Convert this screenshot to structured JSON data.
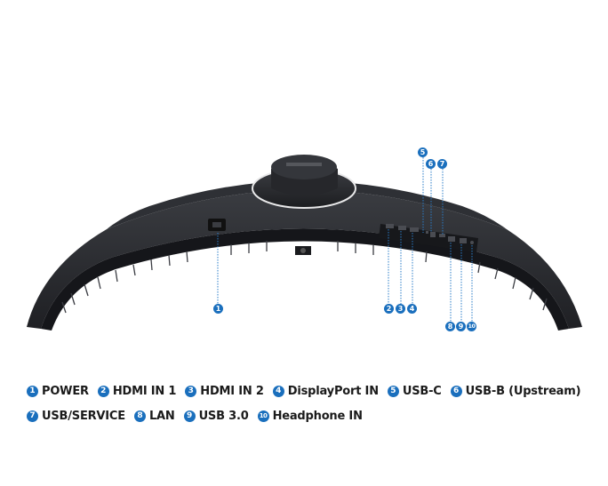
{
  "diagram": {
    "subject": "Curved monitor rear view with labeled ports",
    "callouts": [
      {
        "num": "1",
        "label": "POWER"
      },
      {
        "num": "2",
        "label": "HDMI IN 1"
      },
      {
        "num": "3",
        "label": "HDMI IN 2"
      },
      {
        "num": "4",
        "label": "DisplayPort IN"
      },
      {
        "num": "5",
        "label": "USB-C"
      },
      {
        "num": "6",
        "label": "USB-B (Upstream)"
      },
      {
        "num": "7",
        "label": "USB/SERVICE"
      },
      {
        "num": "8",
        "label": "LAN"
      },
      {
        "num": "9",
        "label": "USB 3.0"
      },
      {
        "num": "10",
        "label": "Headphone IN"
      }
    ],
    "colors": {
      "accent": "#1a6fbd",
      "body": "#2b2d31",
      "text": "#1a1a1a"
    }
  }
}
